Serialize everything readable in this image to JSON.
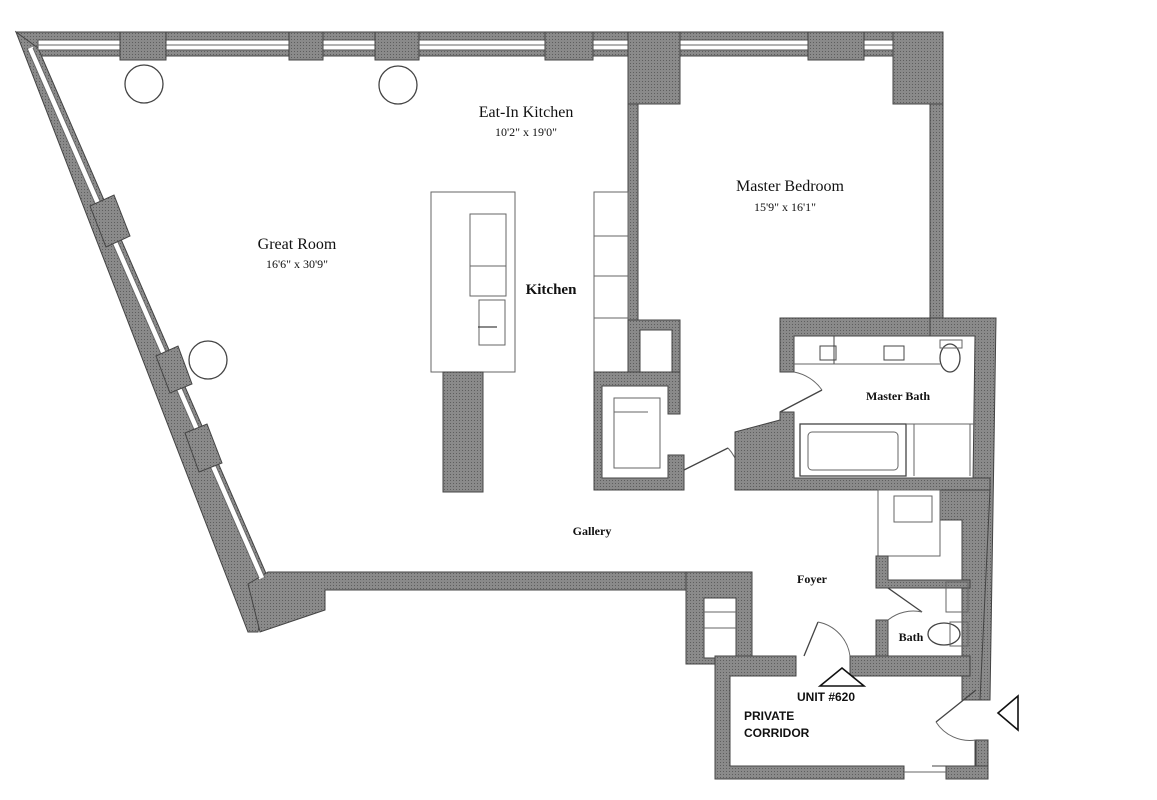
{
  "rooms": {
    "great_room": {
      "name": "Great Room",
      "dims": "16'6\" x 30'9\""
    },
    "eat_in_kitchen": {
      "name": "Eat-In Kitchen",
      "dims": "10'2\" x 19'0\""
    },
    "master_bedroom": {
      "name": "Master Bedroom",
      "dims": "15'9\" x 16'1\""
    },
    "kitchen": {
      "name": "Kitchen"
    },
    "master_bath": {
      "name": "Master Bath"
    },
    "gallery": {
      "name": "Gallery"
    },
    "foyer": {
      "name": "Foyer"
    },
    "bath": {
      "name": "Bath"
    }
  },
  "unit": {
    "label": "UNIT #620"
  },
  "corridor": {
    "line1": "PRIVATE",
    "line2": "CORRIDOR"
  },
  "colors": {
    "wall": "#7a7a7a",
    "line": "#444444",
    "background": "#ffffff"
  }
}
